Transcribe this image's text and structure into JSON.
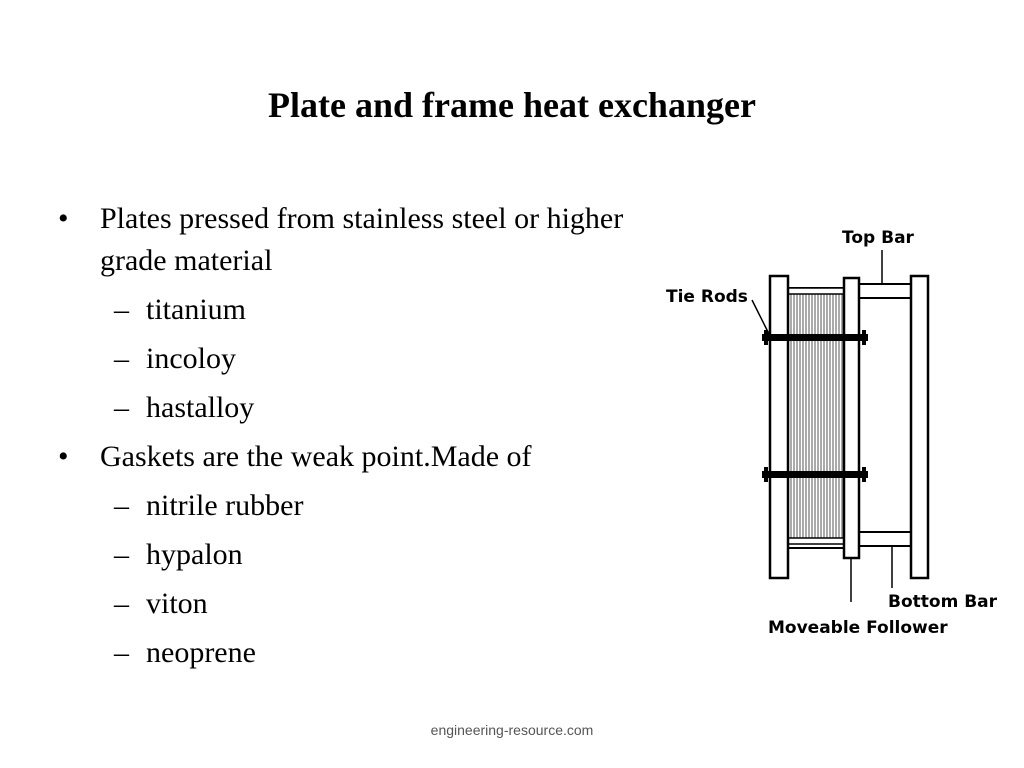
{
  "slide": {
    "title": "Plate and frame heat exchanger",
    "bullets": [
      {
        "marker": "•",
        "text": "Plates pressed from stainless steel or higher grade material",
        "subitems": [
          {
            "marker": "–",
            "text": "titanium"
          },
          {
            "marker": "–",
            "text": "incoloy"
          },
          {
            "marker": "–",
            "text": "hastalloy"
          }
        ]
      },
      {
        "marker": "•",
        "text": "Gaskets are the weak point.Made of",
        "subitems": [
          {
            "marker": "–",
            "text": "nitrile rubber"
          },
          {
            "marker": "–",
            "text": "hypalon"
          },
          {
            "marker": "–",
            "text": "viton"
          },
          {
            "marker": "–",
            "text": "neoprene"
          }
        ]
      }
    ],
    "footer": "engineering-resource.com"
  },
  "diagram": {
    "labels": {
      "top_bar": "Top Bar",
      "tie_rods": "Tie Rods",
      "bottom_bar": "Bottom Bar",
      "moveable_follower": "Moveable Follower"
    }
  }
}
